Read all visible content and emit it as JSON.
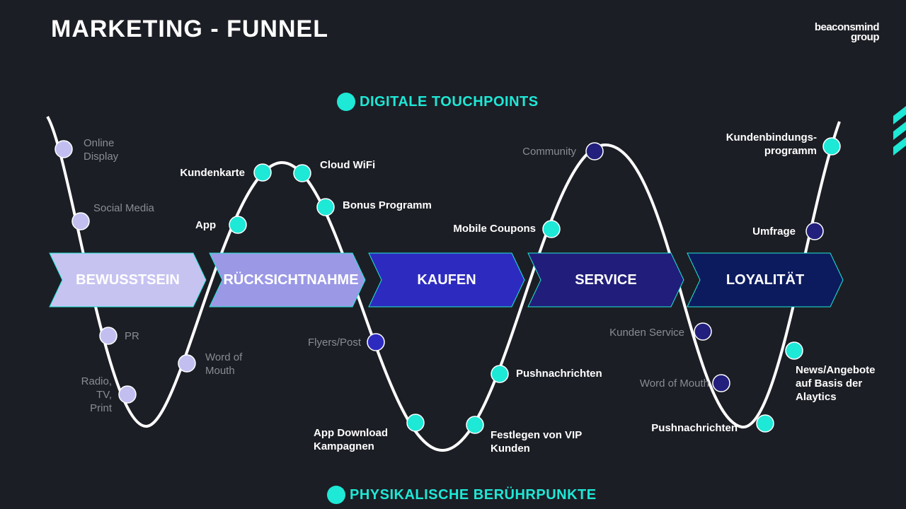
{
  "title": "MARKETING - FUNNEL",
  "logo": {
    "line1": "beaconsmind",
    "line2": "group"
  },
  "legend": {
    "digital": "DIGITALE TOUCHPOINTS",
    "physical": "PHYSIKALISCHE BERÜHRPUNKTE"
  },
  "colors": {
    "background": "#1c1e25",
    "digital_dot": "#1ee8d6",
    "early_stage_dot": "#c2bff0",
    "dark_dot": "#231f7c",
    "curve": "#ffffff"
  },
  "stages": [
    {
      "label": "BEWUSSTSEIN",
      "color": "#c6c3f1"
    },
    {
      "label": "RÜCKSICHTNAHME",
      "color": "#9b98e6"
    },
    {
      "label": "KAUFEN",
      "color": "#2d2bbf"
    },
    {
      "label": "SERVICE",
      "color": "#211d7a"
    },
    {
      "label": "LOYALITÄT",
      "color": "#0c1b5e"
    }
  ],
  "touchpoints": {
    "online_display": "Online\nDisplay",
    "social_media": "Social Media",
    "pr": "PR",
    "radio_tv_print": "Radio,\nTV,\nPrint",
    "word_of_mouth_1": "Word of\nMouth",
    "app": "App",
    "kundenkarte": "Kundenkarte",
    "cloud_wifi": "Cloud WiFi",
    "bonus_programm": "Bonus Programm",
    "flyers_post": "Flyers/Post",
    "app_download": "App Download\nKampagnen",
    "festlegen_vip": "Festlegen von VIP\nKunden",
    "pushnachrichten_1": "Pushnachrichten",
    "mobile_coupons": "Mobile Coupons",
    "community": "Community",
    "kunden_service": "Kunden Service",
    "word_of_mouth_2": "Word of Mouth",
    "pushnachrichten_2": "Pushnachrichten",
    "news_angebote": "News/Angebote\nauf Basis der\nAlaytics",
    "umfrage": "Umfrage",
    "kundenbindungsprogramm": "Kundenbindungs-\nprogramm"
  }
}
